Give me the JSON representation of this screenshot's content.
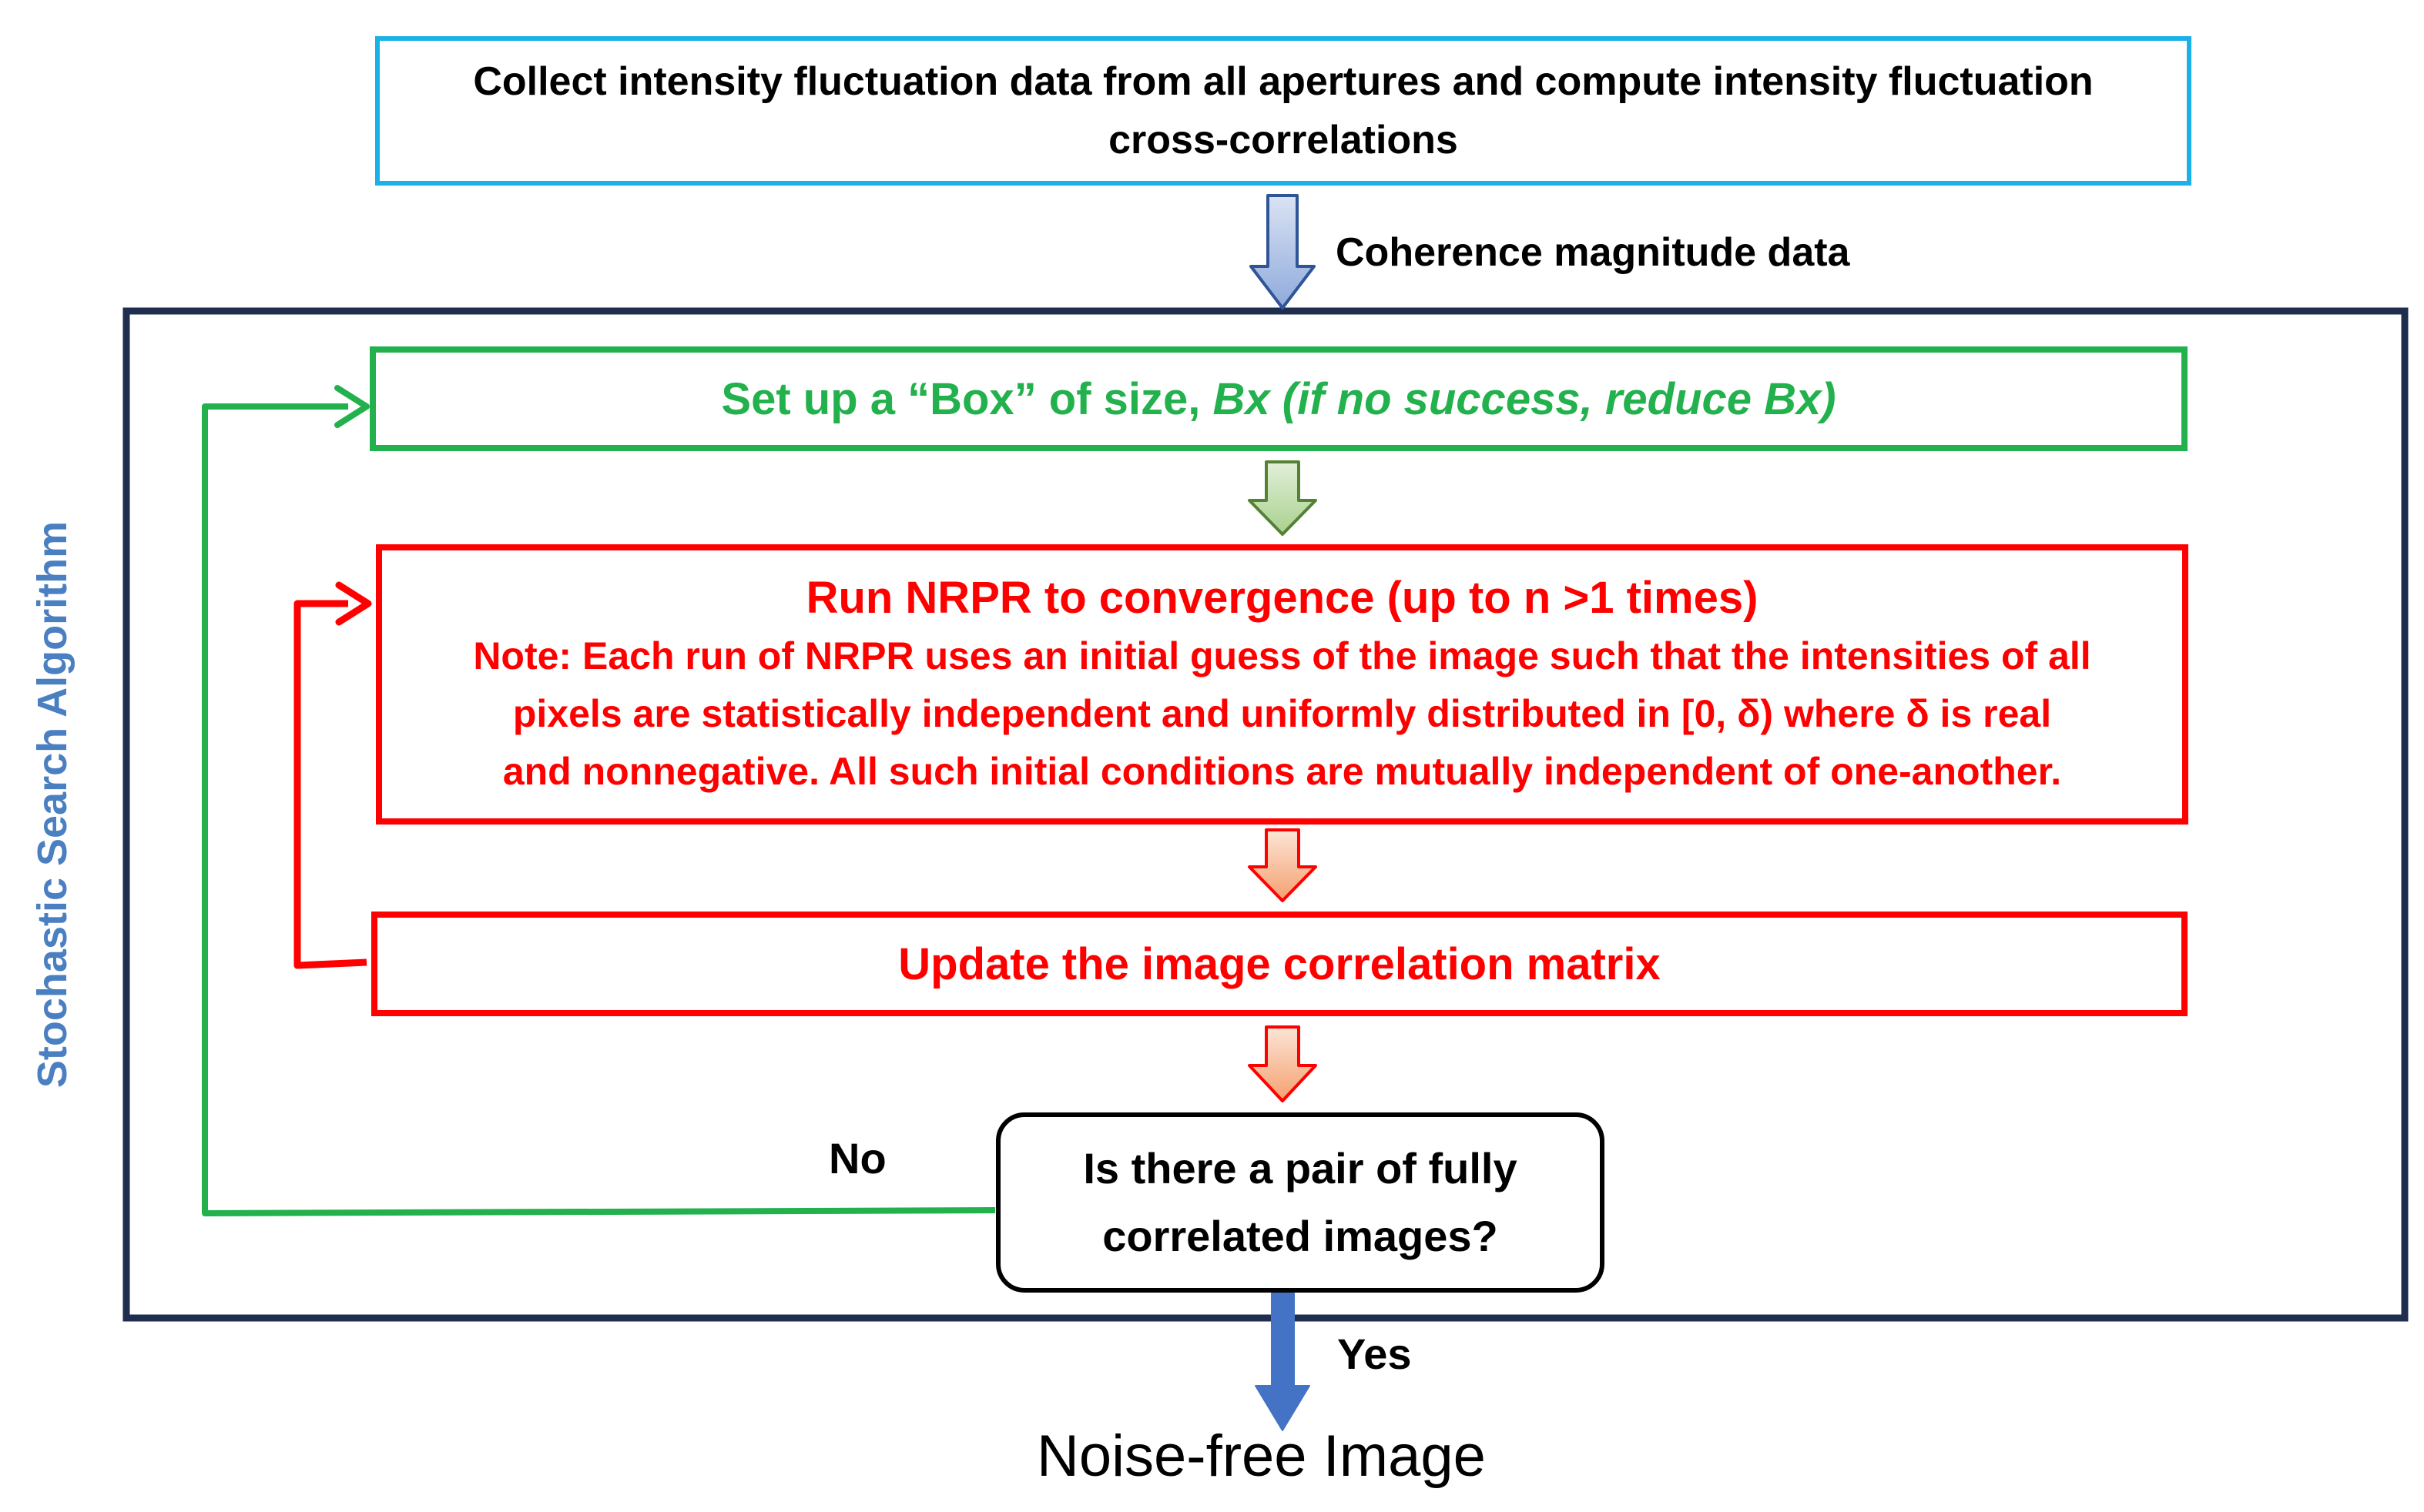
{
  "top_box": {
    "line1": "Collect intensity fluctuation data from all apertures and compute intensity fluctuation",
    "line2": "cross-correlations"
  },
  "coherence_label": "Coherence magnitude data",
  "side_label": "Stochastic Search Algorithm",
  "box_setup": {
    "prefix": "Set up a “Box” of size, ",
    "italic": "Bx (if no success, reduce Bx)"
  },
  "nrpr_box": {
    "title": "Run NRPR to convergence (up to n >1 times)",
    "note_line1": "Note: Each run of NRPR uses an initial guess of the image such that the intensities of all",
    "note_line2": "pixels are statistically independent and uniformly distributed in [0, δ) where δ is real",
    "note_line3": "and nonnegative. All such initial conditions are mutually independent of one-another."
  },
  "update_box": "Update the image correlation matrix",
  "decision": {
    "line1": "Is there a pair of fully",
    "line2": "correlated images?"
  },
  "no_label": "No",
  "yes_label": "Yes",
  "result": "Noise-free Image",
  "colors": {
    "top_border": "#1ab0e8",
    "frame": "#1f2d4e",
    "green": "#22b14c",
    "red": "#ff0000",
    "side_text": "#4a7fc1",
    "arrow_blue": "#4472c4",
    "arrow_light_blue": "#b4c7e7",
    "arrow_green": "#a9d18e",
    "arrow_orange": "#f4b183"
  }
}
